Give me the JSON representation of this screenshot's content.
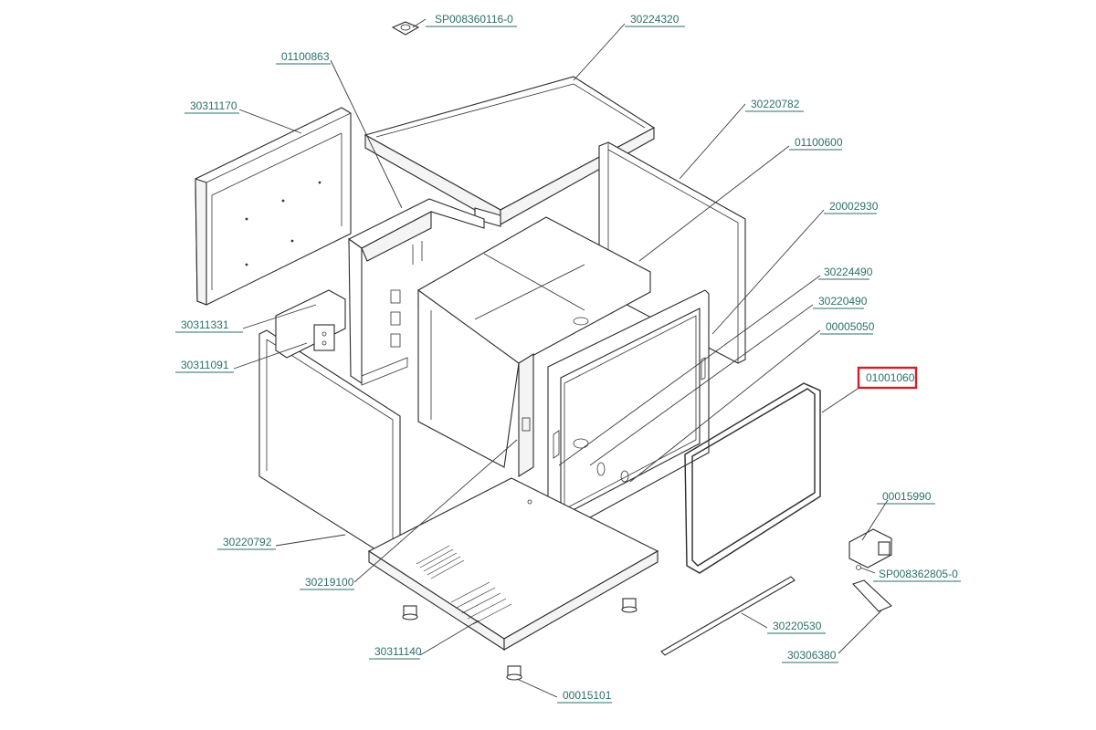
{
  "parts": [
    {
      "id": "p1",
      "label": "SP008360116-0"
    },
    {
      "id": "p2",
      "label": "30224320"
    },
    {
      "id": "p3",
      "label": "01100863"
    },
    {
      "id": "p4",
      "label": "30311170"
    },
    {
      "id": "p5",
      "label": "30220782"
    },
    {
      "id": "p6",
      "label": "01100600"
    },
    {
      "id": "p7",
      "label": "20002930"
    },
    {
      "id": "p8",
      "label": "30224490"
    },
    {
      "id": "p9",
      "label": "30220490"
    },
    {
      "id": "p10",
      "label": "00005050"
    },
    {
      "id": "p11",
      "label": "01001060"
    },
    {
      "id": "p12",
      "label": "30311331"
    },
    {
      "id": "p13",
      "label": "30311091"
    },
    {
      "id": "p14",
      "label": "00015990"
    },
    {
      "id": "p15",
      "label": "SP008362805-0"
    },
    {
      "id": "p16",
      "label": "30220792"
    },
    {
      "id": "p17",
      "label": "30219100"
    },
    {
      "id": "p18",
      "label": "30220530"
    },
    {
      "id": "p19",
      "label": "30311140"
    },
    {
      "id": "p20",
      "label": "30306380"
    },
    {
      "id": "p21",
      "label": "00015101"
    }
  ],
  "highlighted_part": "01001060",
  "colors": {
    "label": "#2b6f6a",
    "highlight": "#d01f2a",
    "line": "#2a2a2a"
  }
}
